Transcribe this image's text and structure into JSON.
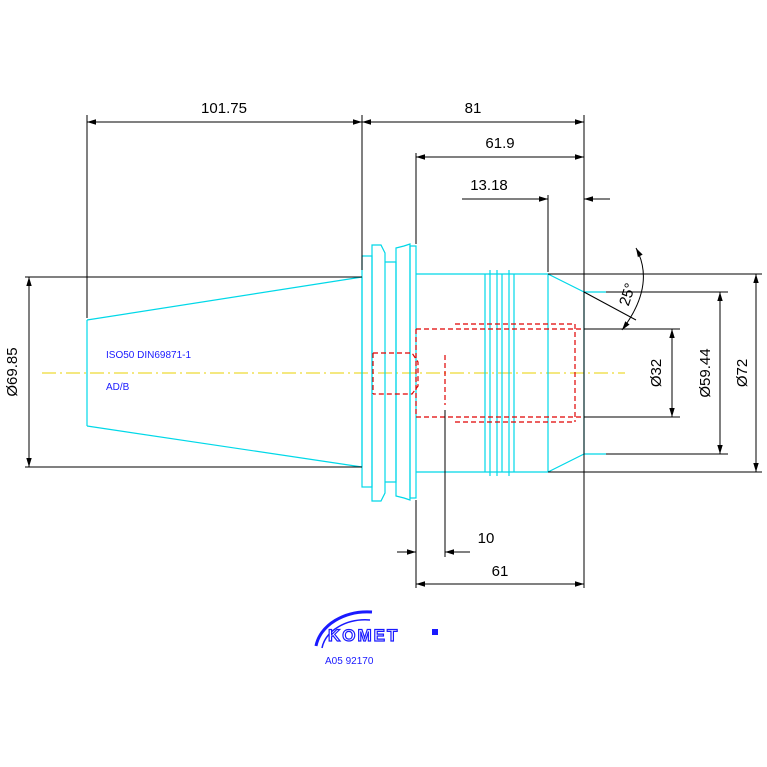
{
  "dimensions": {
    "taper_length": "101.75",
    "overall_length": "81",
    "body_length": "61.9",
    "front_length": "13.18",
    "undercut_width": "10",
    "bore_depth": "61",
    "angle": "25°",
    "bore_dia": "Ø32",
    "front_dia": "Ø59.44",
    "body_dia": "Ø72",
    "taper_dia": "Ø69.85"
  },
  "notes": {
    "standard": "ISO50 DIN69871-1",
    "form": "AD/B"
  },
  "brand": {
    "logo": "KOMET",
    "part_number": "A05 92170"
  },
  "colors": {
    "outline": "#00d8e8",
    "hidden": "#e00000",
    "centerline": "#e8d200",
    "annotation": "#1a1aff",
    "dimension": "#000000"
  }
}
